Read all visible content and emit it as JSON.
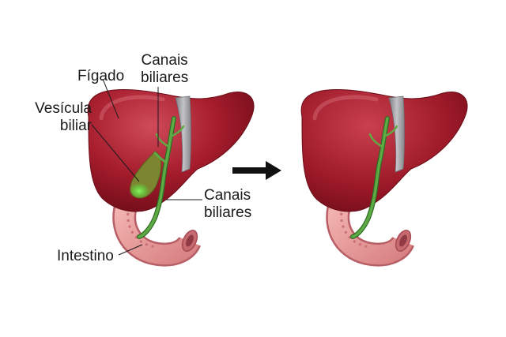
{
  "labels": {
    "liver": "Fígado",
    "gallbladder_line1": "Vesícula",
    "gallbladder_line2": "biliar",
    "bile_ducts_top_line1": "Canais",
    "bile_ducts_top_line2": "biliares",
    "bile_ducts_side_line1": "Canais",
    "bile_ducts_side_line2": "biliares",
    "intestine": "Intestino"
  },
  "colors": {
    "liver": "#a51c2c",
    "liver_dark": "#7a0f1c",
    "liver_highlight": "#c94655",
    "ligament": "#9c9ca0",
    "bile_duct": "#4f9a3a",
    "gallbladder": "#7f8a2a",
    "gallbladder_glow": "#6fe04a",
    "intestine": "#e59a9a",
    "intestine_dark": "#b85e66",
    "arrow": "#111111"
  }
}
